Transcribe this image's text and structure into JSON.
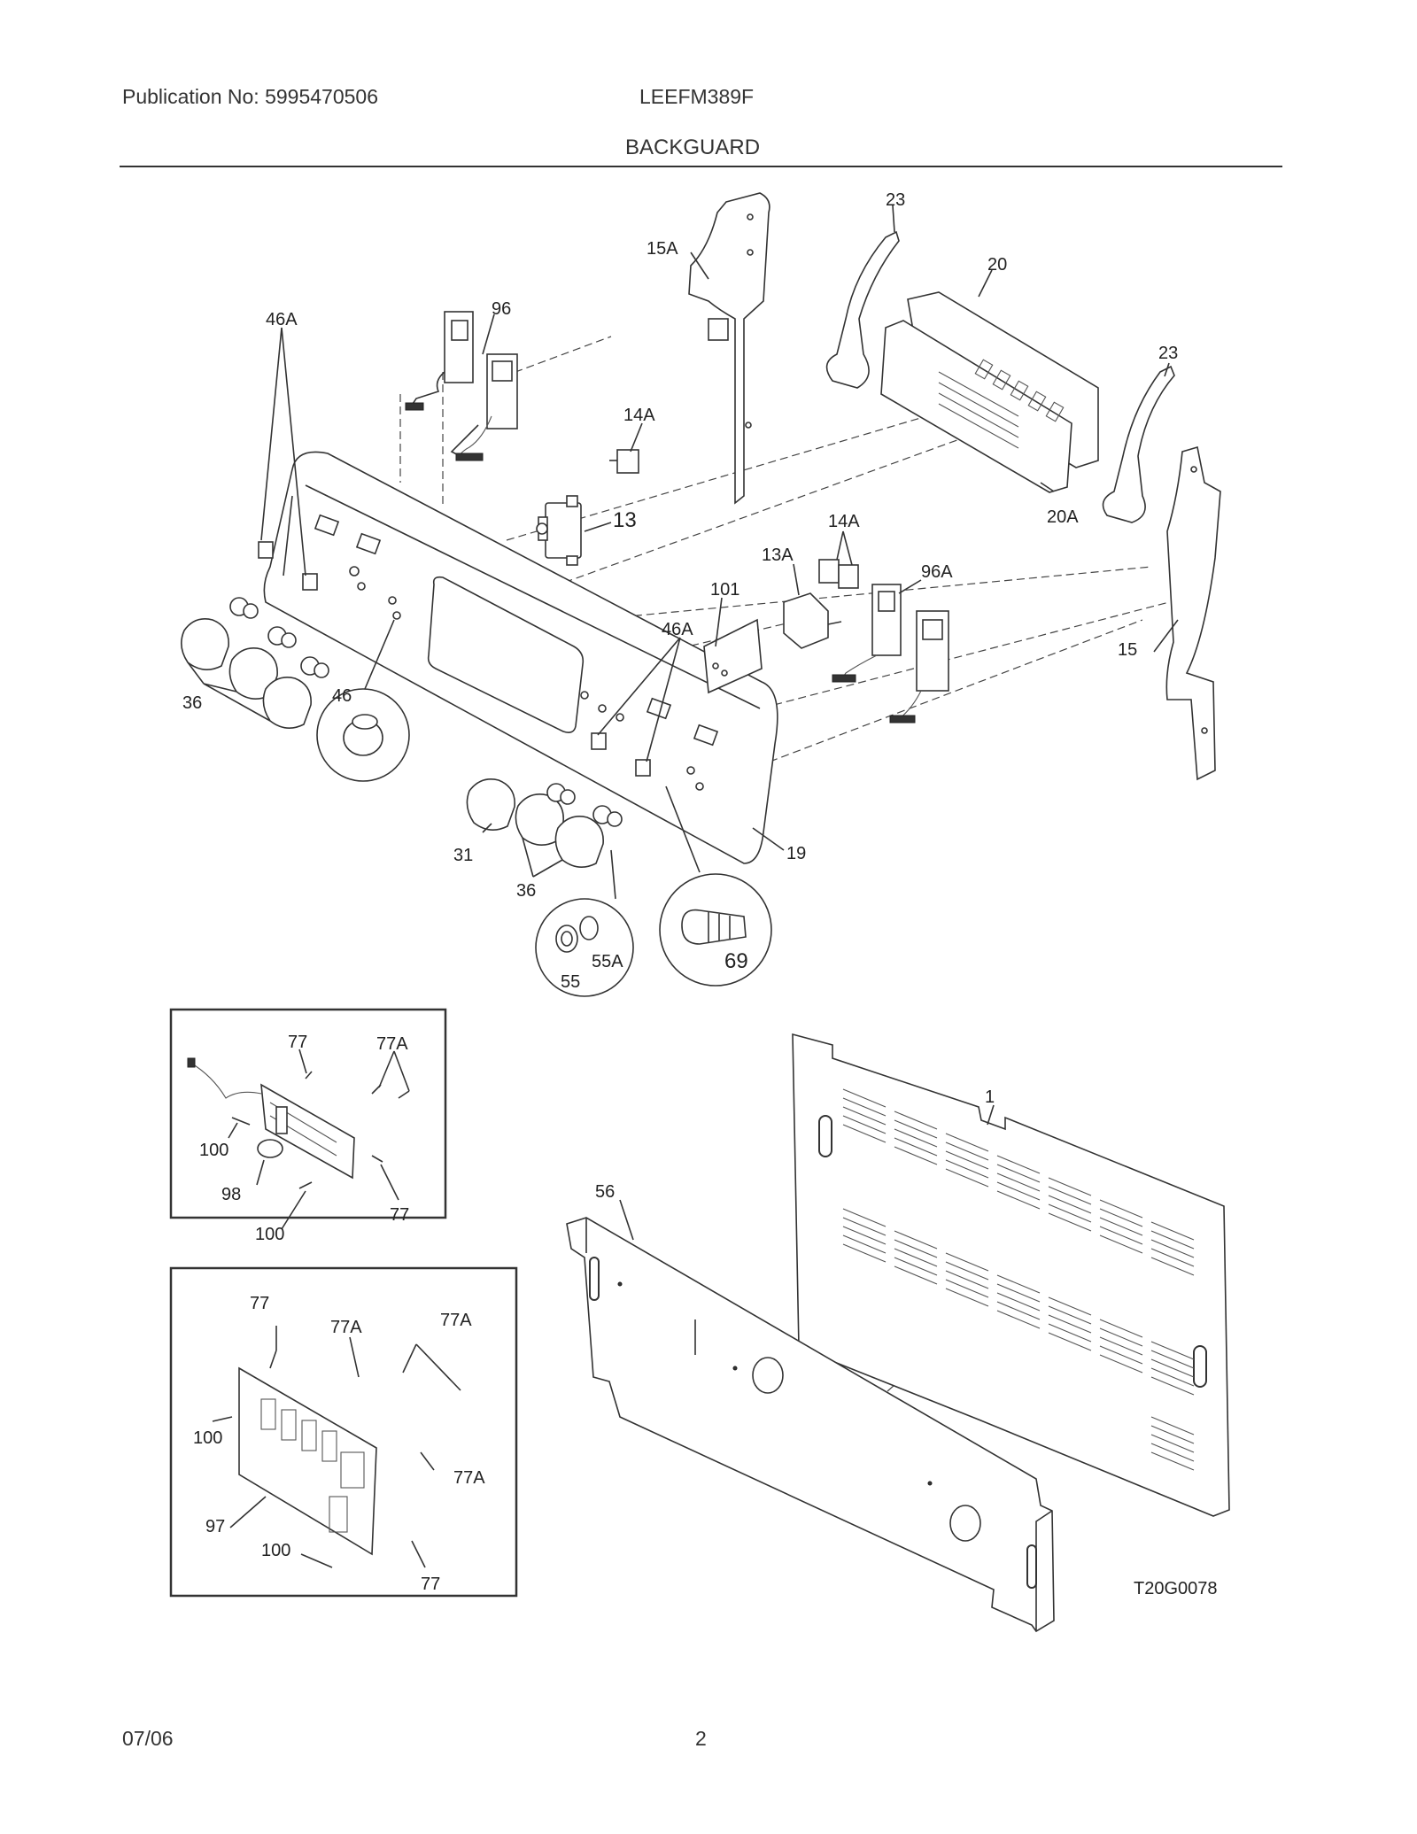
{
  "header": {
    "publication": "Publication No: 5995470506",
    "model": "LEEFM389F",
    "section_title": "BACKGUARD"
  },
  "diagram": {
    "callouts": [
      "1",
      "13",
      "13A",
      "14A",
      "14A",
      "15",
      "15A",
      "19",
      "20",
      "20A",
      "23",
      "23",
      "31",
      "36",
      "36",
      "46",
      "46A",
      "46A",
      "55",
      "55A",
      "56",
      "69",
      "77",
      "77",
      "77",
      "77A",
      "77A",
      "77A",
      "77A",
      "96",
      "96A",
      "97",
      "98",
      "100",
      "100",
      "100",
      "100",
      "101"
    ],
    "drawing_code": "T20G0078"
  },
  "footer": {
    "date": "07/06",
    "page": "2"
  }
}
